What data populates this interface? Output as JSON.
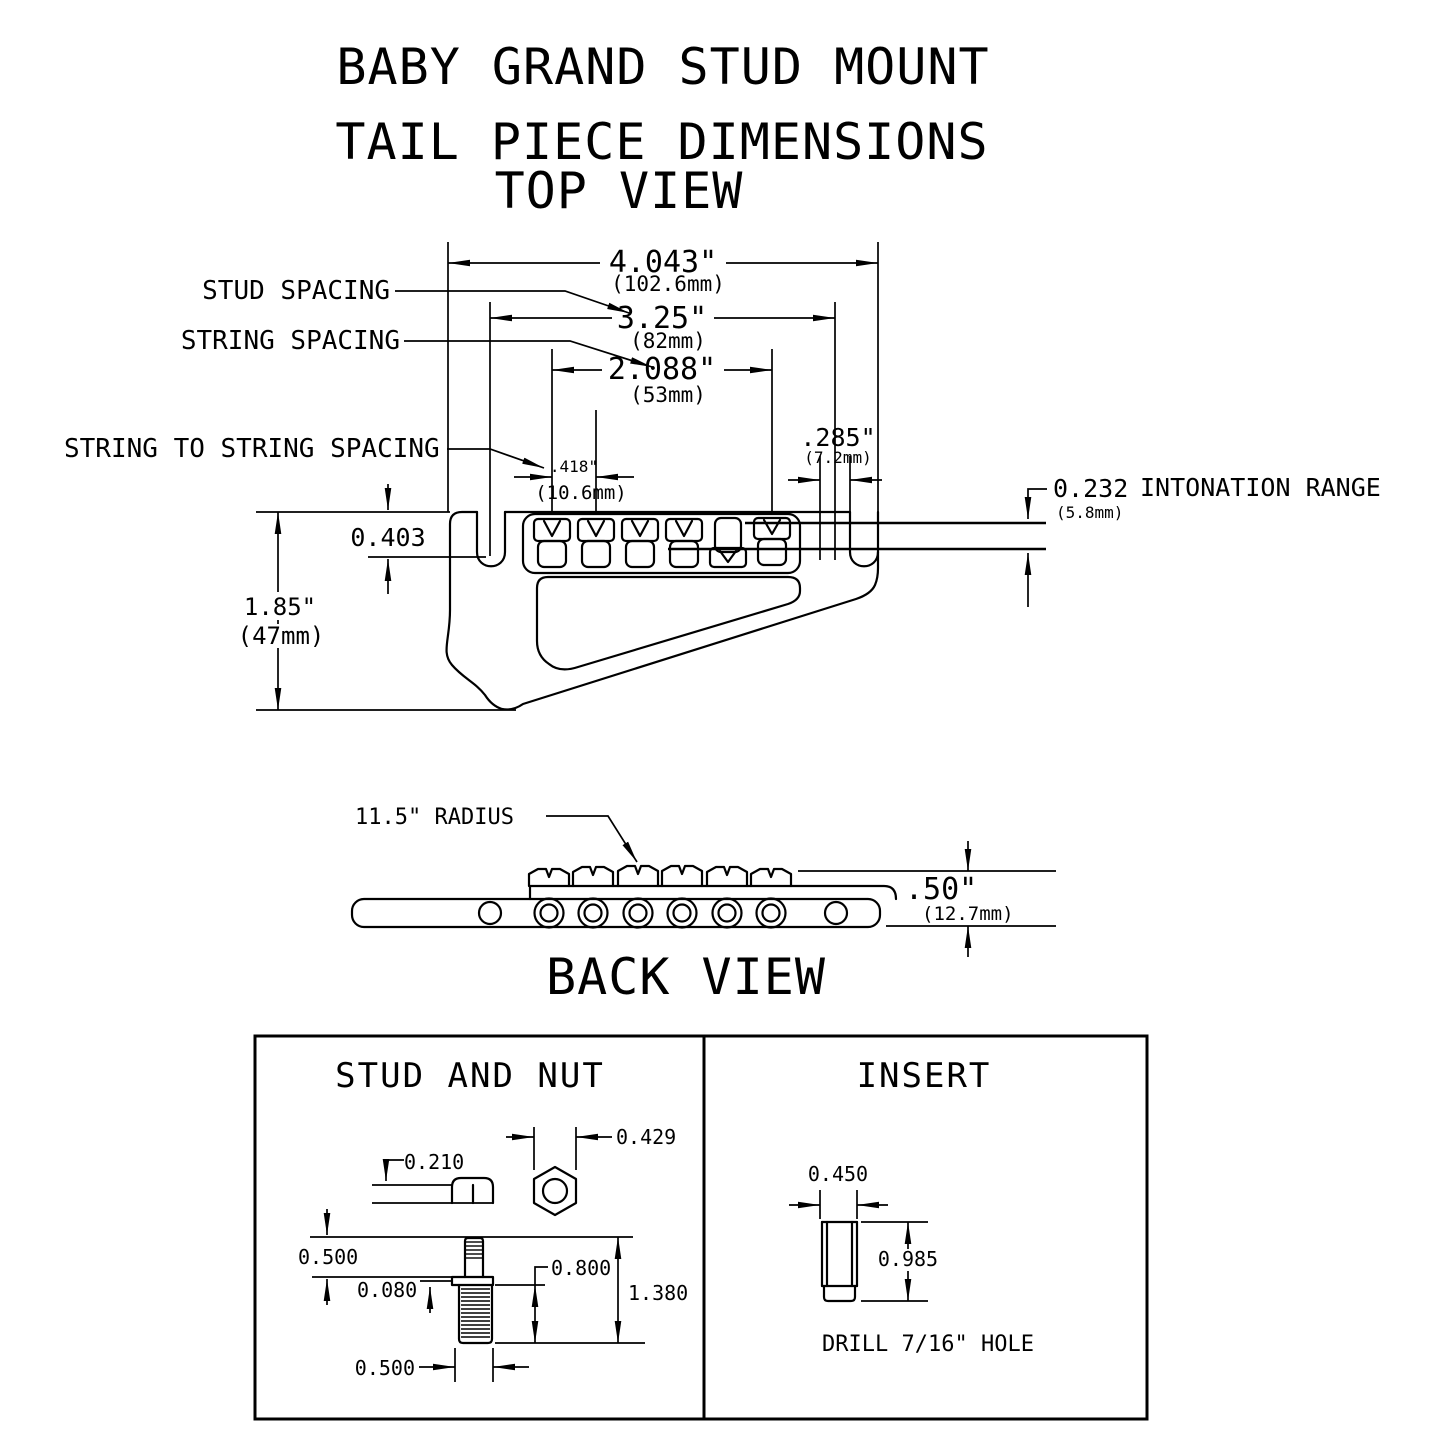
{
  "title": {
    "line1": "BABY GRAND STUD MOUNT",
    "line2": "TAIL PIECE DIMENSIONS"
  },
  "top_view": {
    "heading": "TOP VIEW",
    "labels": {
      "stud_spacing": "STUD SPACING",
      "string_spacing": "STRING SPACING",
      "string_to_string": "STRING TO STRING SPACING"
    },
    "dims": {
      "overall": {
        "in": "4.043\"",
        "mm": "(102.6mm)"
      },
      "stud": {
        "in": "3.25\"",
        "mm": "(82mm)"
      },
      "string": {
        "in": "2.088\"",
        "mm": "(53mm)"
      },
      "sts": {
        "in": ".418\"",
        "mm": "(10.6mm)"
      },
      "offset": {
        "in": ".285\"",
        "mm": "(7.2mm)"
      },
      "intonation": {
        "value": "0.232",
        "label": "INTONATION RANGE",
        "mm": "(5.8mm)"
      },
      "front": {
        "value": "0.403"
      },
      "depth": {
        "in": "1.85\"",
        "mm": "(47mm)"
      }
    }
  },
  "back_view": {
    "heading": "BACK VIEW",
    "radius_label": "11.5\" RADIUS",
    "height": {
      "in": ".50\"",
      "mm": "(12.7mm)"
    }
  },
  "stud_panel": {
    "heading": "STUD AND NUT",
    "head_height": "0.210",
    "nut_width": "0.429",
    "shoulder": "0.500",
    "flange": "0.080",
    "thread_length": "0.800",
    "total_length": "1.380",
    "diameter": "0.500"
  },
  "insert_panel": {
    "heading": "INSERT",
    "diameter": "0.450",
    "length": "0.985",
    "note": "DRILL 7/16\" HOLE"
  }
}
